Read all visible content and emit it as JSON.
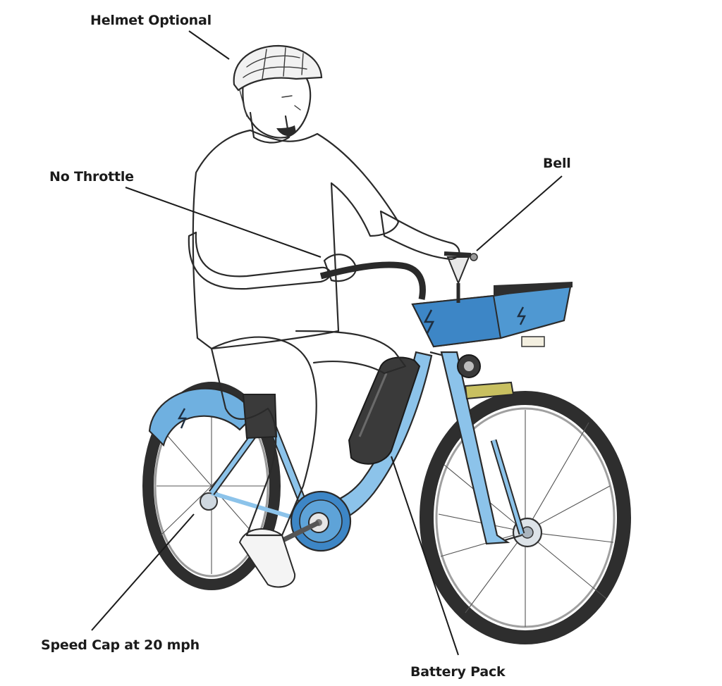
{
  "callouts": {
    "helmet": "Helmet Optional",
    "throttle": "No Throttle",
    "bell": "Bell",
    "speed_cap": "Speed Cap at 20 mph",
    "battery": "Battery Pack"
  },
  "colors": {
    "frame_blue": "#8cc3ea",
    "frame_dark_blue": "#3d86c6",
    "tire": "#2e2e2e",
    "battery": "#3a3a3a",
    "ink": "#2a2a2a",
    "pedal_yellow": "#c8c060"
  }
}
